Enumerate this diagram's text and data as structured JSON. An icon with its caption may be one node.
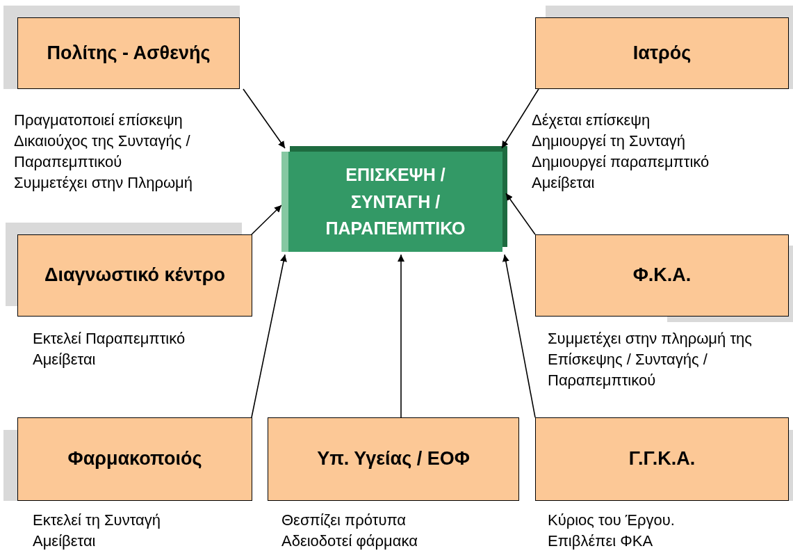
{
  "diagram": {
    "nodes": [
      {
        "text": [
          "Πολίτης - Ασθενής"
        ],
        "beside": [
          "Πραγματοποιεί επίσκεψη",
          "Δικαιούχος της Συνταγής / Παραπεμπτικού",
          "Συμμετέχει στην Πληρωμή"
        ]
      },
      {
        "text": [
          "Ιατρός"
        ],
        "beside": [
          "Δέχεται επίσκεψη",
          "Δημιουργεί τη Συνταγή",
          "Δημιουργεί παραπεμπτικό",
          "Αμείβεται"
        ]
      },
      {
        "text": [
          "ΕΠΙΣΚΕΨΗ / ΣΥΝΤΑΓΗ / ΠΑΡΑΠΕΜΠΤΙΚΟ"
        ]
      },
      {
        "text": [
          "Διαγνωστικό κέντρο"
        ],
        "beside": [
          "Εκτελεί Παραπεμπτικό",
          "Αμείβεται"
        ]
      },
      {
        "text": [
          "Φ.Κ.Α."
        ],
        "beside": [
          "Συμμετέχει στην πληρωμή της Επίσκεψης / Συνταγής / Παραπεμπτικού"
        ]
      },
      {
        "text": [
          "Φαρμακοποιός"
        ],
        "beside": [
          "Εκτελεί τη Συνταγή",
          "Αμείβεται"
        ]
      },
      {
        "text": [
          "Υπ. Υγείας / ΕΟΦ"
        ],
        "beside": [
          "Θεσπίζει πρότυπα",
          "Αδειοδοτεί φάρμακα"
        ]
      },
      {
        "text": [
          "Γ.Γ.Κ.Α."
        ],
        "beside": [
          "Κύριος του Έργου.",
          "Επιβλέπει ΦΚΑ"
        ]
      }
    ],
    "edges": [
      {
        "from": 0,
        "to": 2,
        "arrow": "to"
      },
      {
        "from": 1,
        "to": 2,
        "arrow": "to"
      },
      {
        "from": 3,
        "to": 2,
        "arrow": "to"
      },
      {
        "from": 4,
        "to": 2,
        "arrow": "to"
      },
      {
        "from": 5,
        "to": 2,
        "arrow": "to"
      },
      {
        "from": 6,
        "to": 2,
        "arrow": "to"
      },
      {
        "from": 7,
        "to": 2,
        "arrow": "to"
      }
    ]
  }
}
